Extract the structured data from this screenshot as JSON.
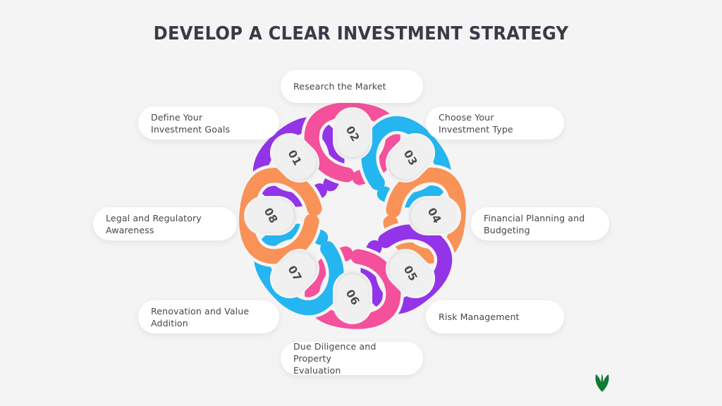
{
  "header": {
    "title": "DEVELOP A CLEAR INVESTMENT STRATEGY"
  },
  "theme": {
    "background": "#f4f4f4",
    "card_background": "#ffffff",
    "title_color": "#3a3a47",
    "label_color": "#46464f",
    "number_color": "#4a4a52",
    "capsule_fill": "#f0f0f0",
    "logo_color": "#0f7a33",
    "ribbon_colors": {
      "purple": "#9334e8",
      "pink": "#f4509b",
      "blue": "#25b5f0",
      "orange": "#f89257"
    }
  },
  "diagram": {
    "type": "radial-rosette",
    "petal_count": 8,
    "steps": [
      {
        "number": "01",
        "label": "Define Your\nInvestment Goals",
        "color": "#9334e8",
        "color_name": "purple",
        "angle_deg": -45,
        "label_position": "upper-left"
      },
      {
        "number": "02",
        "label": "Research the Market",
        "color": "#f4509b",
        "color_name": "pink",
        "angle_deg": 0,
        "label_position": "top"
      },
      {
        "number": "03",
        "label": "Choose Your\nInvestment Type",
        "color": "#25b5f0",
        "color_name": "blue",
        "angle_deg": 45,
        "label_position": "upper-right"
      },
      {
        "number": "04",
        "label": "Financial Planning and\nBudgeting",
        "color": "#f89257",
        "color_name": "orange",
        "angle_deg": 90,
        "label_position": "right"
      },
      {
        "number": "05",
        "label": "Risk Management",
        "color": "#9334e8",
        "color_name": "purple",
        "angle_deg": 135,
        "label_position": "lower-right"
      },
      {
        "number": "06",
        "label": "Due Diligence and Property\nEvaluation",
        "color": "#f4509b",
        "color_name": "pink",
        "angle_deg": 180,
        "label_position": "bottom"
      },
      {
        "number": "07",
        "label": "Renovation and Value\nAddition",
        "color": "#25b5f0",
        "color_name": "blue",
        "angle_deg": 225,
        "label_position": "lower-left"
      },
      {
        "number": "08",
        "label": "Legal and Regulatory\nAwareness",
        "color": "#f89257",
        "color_name": "orange",
        "angle_deg": 270,
        "label_position": "left"
      }
    ]
  },
  "logo": {
    "name": "leaf-logo",
    "color": "#0f7a33"
  }
}
